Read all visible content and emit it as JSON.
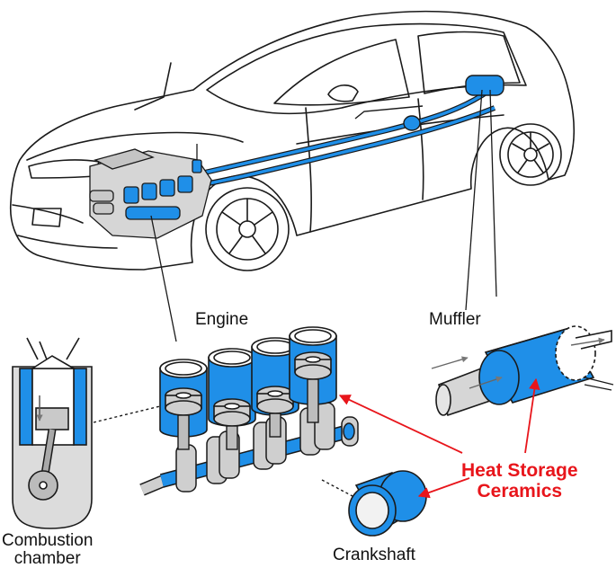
{
  "labels": {
    "engine": "Engine",
    "muffler": "Muffler",
    "combustion_line1": "Combustion",
    "combustion_line2": "chamber",
    "crankshaft": "Crankshaft",
    "ceramics_line1": "Heat Storage",
    "ceramics_line2": "Ceramics"
  },
  "colors": {
    "ceramic_blue": "#1f8fe8",
    "arrow_red": "#e8151b",
    "outline": "#1a1a1a",
    "metal_grey": "#cfcfcf"
  },
  "icons": [
    "car-illustration",
    "engine-block-icon",
    "muffler-icon",
    "piston-cylinder-icon",
    "crankshaft-icon",
    "ceramic-ring-icon"
  ]
}
